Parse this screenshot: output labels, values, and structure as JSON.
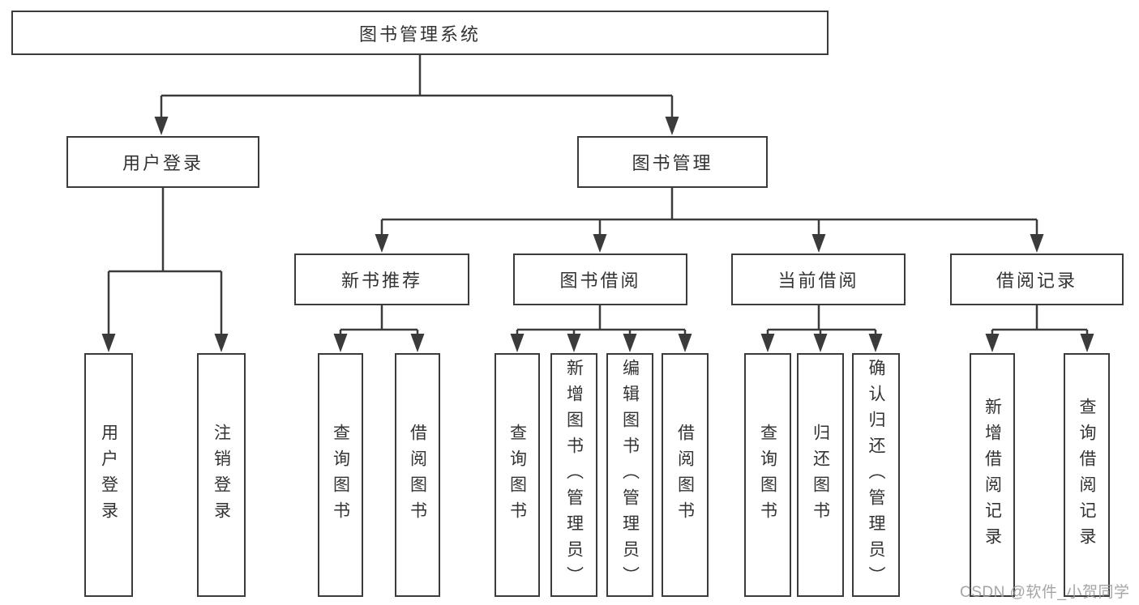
{
  "diagram": {
    "tree": {
      "root": {
        "label": "图书管理系统",
        "children": [
          {
            "label": "用户登录",
            "children": [
              {
                "label": "用户登录"
              },
              {
                "label": "注销登录"
              }
            ]
          },
          {
            "label": "图书管理",
            "children": [
              {
                "label": "新书推荐",
                "children": [
                  {
                    "label": "查询图书"
                  },
                  {
                    "label": "借阅图书"
                  }
                ]
              },
              {
                "label": "图书借阅",
                "children": [
                  {
                    "label": "查询图书"
                  },
                  {
                    "label": "新增图书（管理员）"
                  },
                  {
                    "label": "编辑图书（管理员）"
                  },
                  {
                    "label": "借阅图书"
                  }
                ]
              },
              {
                "label": "当前借阅",
                "children": [
                  {
                    "label": "查询图书"
                  },
                  {
                    "label": "归还图书"
                  },
                  {
                    "label": "确认归还（管理员）"
                  }
                ]
              },
              {
                "label": "借阅记录",
                "children": [
                  {
                    "label": "新增借阅记录"
                  },
                  {
                    "label": "查询借阅记录"
                  }
                ]
              }
            ]
          }
        ]
      }
    },
    "watermark": {
      "text": "CSDN @软件_小贺同学"
    },
    "colors": {
      "line": "#3b3b3b",
      "box_border": "#3b3b3b",
      "box_fill": "#ffffff",
      "text": "#333333",
      "watermark": "#9c9c9c"
    }
  }
}
